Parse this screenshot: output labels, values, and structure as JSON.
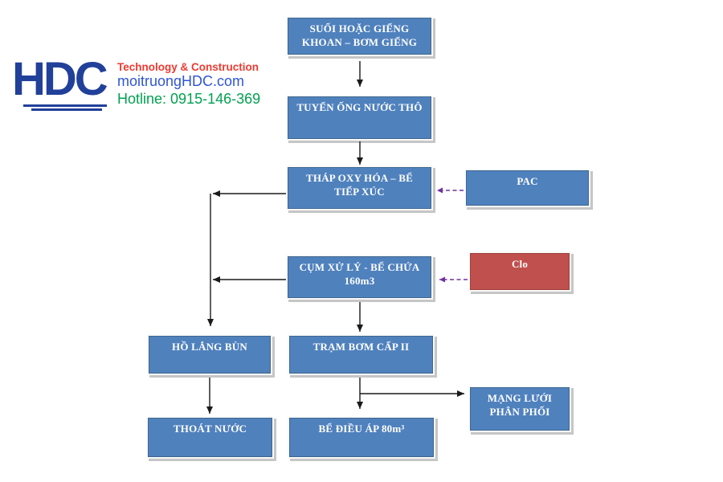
{
  "page": {
    "background": "#FFFFFF"
  },
  "logo": {
    "wordmark": "HDC",
    "tagline": "Technology & Construction",
    "website": "moitruongHDC.com",
    "hotline": "Hotline: 0915-146-369",
    "colors": {
      "wordmark": "#21409A",
      "tagline": "#EE3A30",
      "website": "#2F55D4",
      "hotline": "#00A14F"
    }
  },
  "flowchart": {
    "type": "flowchart",
    "node_fill": "#4F81BD",
    "chemical_node_fill": "#C0504D",
    "dashed_arrow_color": "#7030A0",
    "line_color": "#1a1a1a",
    "nodes": {
      "source": {
        "label": "SUỐI HOẶC GIẾNG KHOAN – BƠM GIẾNG",
        "lines": [
          "SUỐI HOẶC GIẾNG",
          "KHOAN – BƠM GIẾNG"
        ]
      },
      "raw_pipe": {
        "label": "TUYẾN ỐNG NƯỚC THÔ",
        "lines": [
          "TUYẾN ỐNG NƯỚC THÔ"
        ]
      },
      "oxidation": {
        "label": "THÁP OXY HÓA – BỂ TIẾP XÚC",
        "lines": [
          "THÁP OXY HÓA – BỂ",
          "TIẾP XÚC"
        ]
      },
      "pac": {
        "label": "PAC",
        "lines": [
          "PAC"
        ]
      },
      "treatment": {
        "label": "CỤM XỬ LÝ - BỂ CHỨA 160m3",
        "lines": [
          "CỤM XỬ LÝ - BỂ CHỨA",
          "160m3"
        ]
      },
      "clo": {
        "label": "Clo",
        "lines": [
          "Clo"
        ]
      },
      "sludge": {
        "label": "HỒ LẮNG BÙN",
        "lines": [
          "HỒ LẮNG BÙN"
        ]
      },
      "pump2": {
        "label": "TRẠM BƠM CẤP II",
        "lines": [
          "TRẠM BƠM CẤP II"
        ]
      },
      "drainage": {
        "label": "THOÁT NƯỚC",
        "lines": [
          "THOÁT NƯỚC"
        ]
      },
      "pressure_tank": {
        "label": "BỂ ĐIỀU ÁP 80m³",
        "lines": [
          "BỂ ĐIỀU ÁP 80m³"
        ]
      },
      "network": {
        "label": "MẠNG LƯỚI PHÂN PHỐI",
        "lines": [
          "MẠNG LƯỚI",
          "PHÂN PHỐI"
        ]
      }
    },
    "connectors": [
      {
        "from": "source",
        "to": "raw_pipe",
        "style": "solid",
        "points": [
          [
            448,
            76
          ],
          [
            448,
            108
          ]
        ]
      },
      {
        "from": "raw_pipe",
        "to": "oxidation",
        "style": "solid",
        "points": [
          [
            448,
            176
          ],
          [
            448,
            205
          ]
        ]
      },
      {
        "from": "pac",
        "to": "oxidation",
        "style": "dashed",
        "points": [
          [
            577,
            237
          ],
          [
            544,
            237
          ]
        ]
      },
      {
        "from": "oxidation",
        "to": "sludge",
        "style": "solid",
        "points": [
          [
            356,
            241
          ],
          [
            265,
            241
          ]
        ]
      },
      {
        "from": "oxidation",
        "to": "sludge",
        "style": "solid",
        "points": [
          [
            262,
            241
          ],
          [
            262,
            406
          ]
        ]
      },
      {
        "from": "treatment",
        "to": "sludge",
        "style": "solid",
        "points": [
          [
            356,
            348
          ],
          [
            265,
            348
          ]
        ]
      },
      {
        "from": "treatment",
        "to": "pump2",
        "style": "solid",
        "points": [
          [
            448,
            376
          ],
          [
            448,
            413
          ]
        ]
      },
      {
        "from": "clo",
        "to": "treatment",
        "style": "dashed",
        "points": [
          [
            582,
            348
          ],
          [
            547,
            348
          ]
        ]
      },
      {
        "from": "sludge",
        "to": "drainage",
        "style": "solid",
        "points": [
          [
            261,
            470
          ],
          [
            261,
            515
          ]
        ]
      },
      {
        "from": "pump2",
        "to": "pressure_tank",
        "style": "solid",
        "points": [
          [
            448,
            470
          ],
          [
            448,
            509
          ]
        ]
      },
      {
        "from": "pump2",
        "to": "network",
        "style": "solid",
        "points": [
          [
            448,
            490
          ],
          [
            578,
            490
          ]
        ]
      }
    ]
  }
}
